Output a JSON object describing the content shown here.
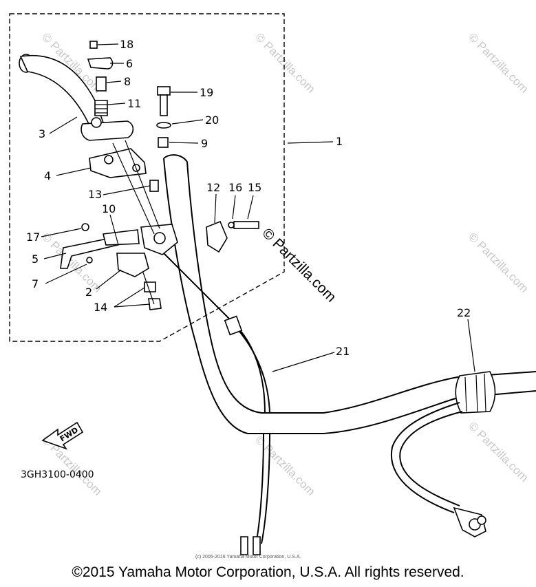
{
  "callouts": {
    "c1": "1",
    "c2": "2",
    "c3": "3",
    "c4": "4",
    "c5": "5",
    "c6": "6",
    "c7": "7",
    "c8": "8",
    "c9": "9",
    "c10": "10",
    "c11": "11",
    "c12": "12",
    "c13": "13",
    "c14": "14",
    "c15": "15",
    "c16": "16",
    "c17": "17",
    "c18": "18",
    "c19": "19",
    "c20": "20",
    "c21": "21",
    "c22": "22"
  },
  "part_code": "3GH3100-0400",
  "fwd_label": "FWD",
  "watermark": "© Partzilla.com",
  "watermark_large": "© Partzilla.com",
  "small_copyright": "(c) 2005-2016 Yamaha Motor Corporation, U.S.A.",
  "copyright": "©2015 Yamaha Motor Corporation, U.S.A. All rights reserved."
}
